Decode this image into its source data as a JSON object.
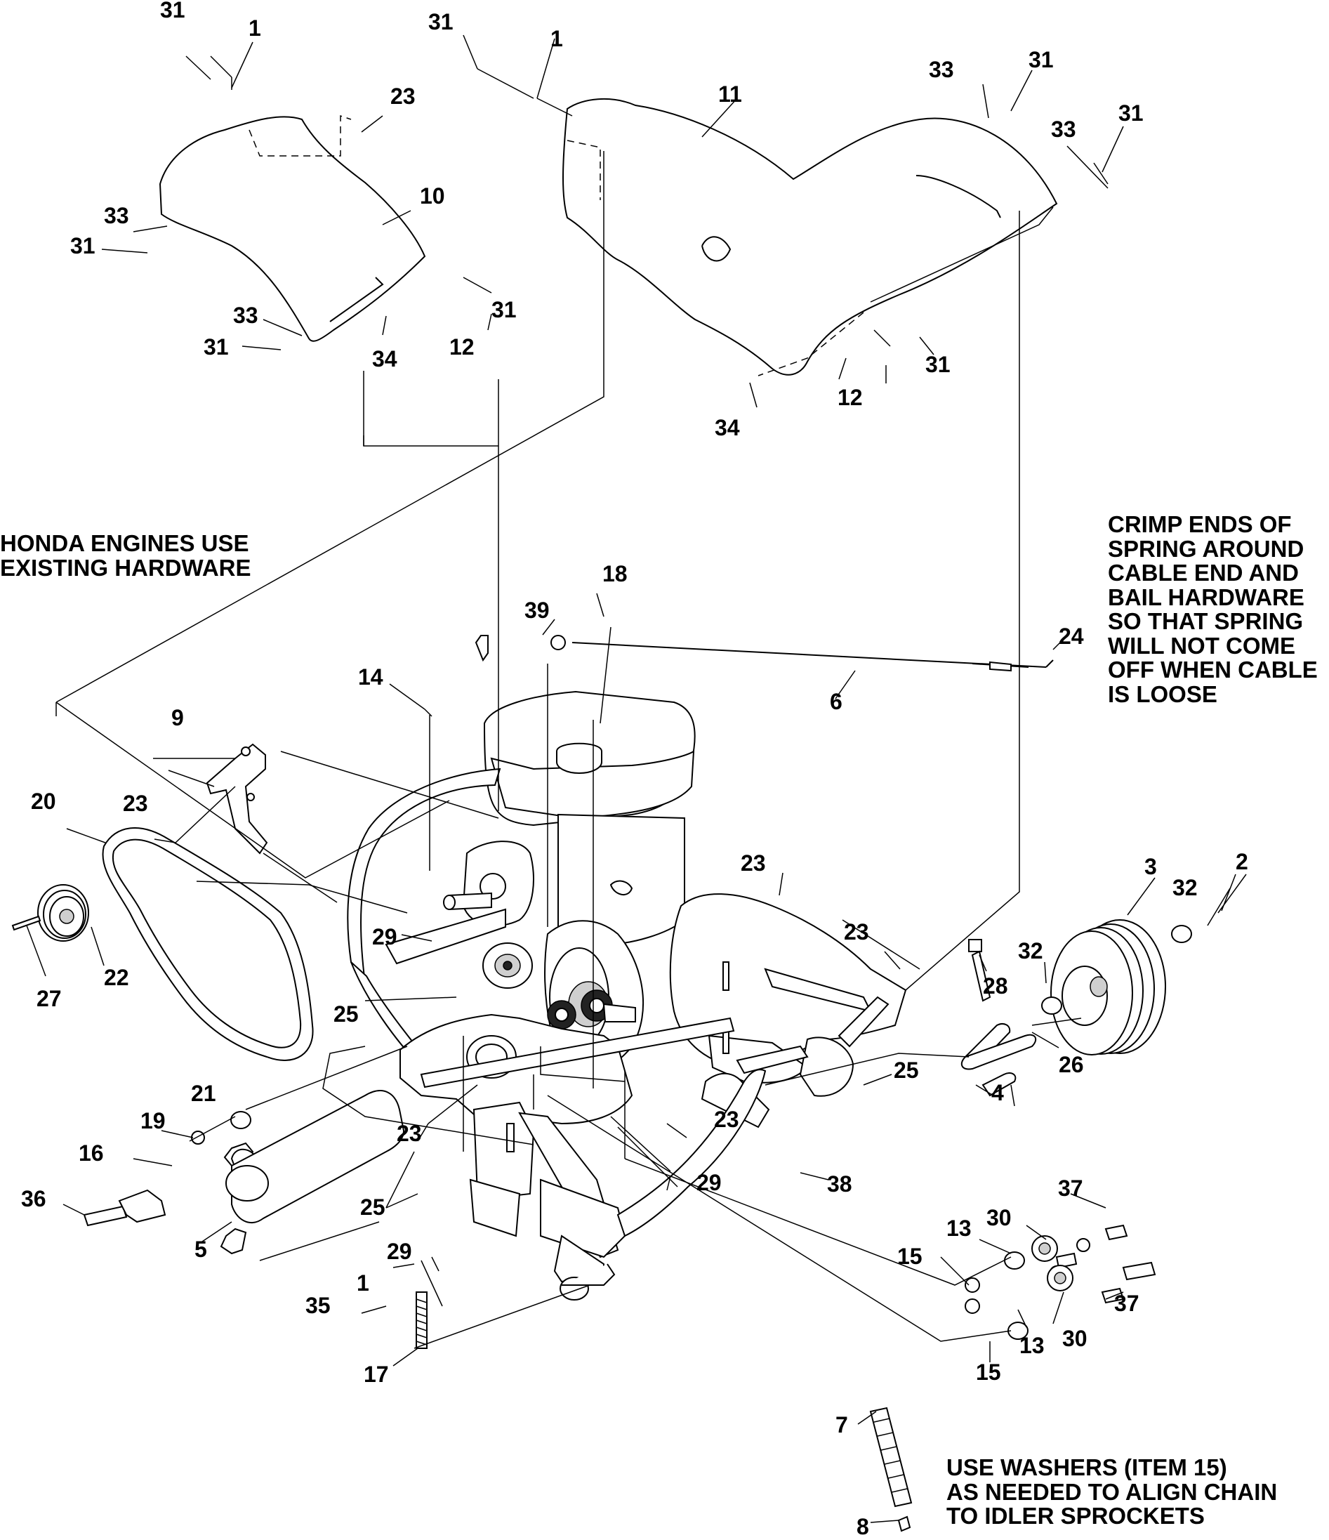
{
  "notes": {
    "honda": "HONDA ENGINES USE\nEXISTING HARDWARE",
    "crimp": "CRIMP ENDS OF\nSPRING AROUND\nCABLE END AND\nBAIL HARDWARE\nSO THAT SPRING\nWILL NOT COME\nOFF WHEN CABLE\nIS LOOSE",
    "washers": "USE WASHERS (ITEM 15)\nAS NEEDED TO ALIGN CHAIN\nTO IDLER SPROCKETS"
  },
  "callouts": [
    "31",
    "1",
    "23",
    "10",
    "33",
    "31",
    "33",
    "31",
    "34",
    "12",
    "31",
    "31",
    "1",
    "11",
    "33",
    "31",
    "33",
    "31",
    "12",
    "31",
    "34",
    "18",
    "39",
    "24",
    "6",
    "14",
    "9",
    "23",
    "20",
    "22",
    "27",
    "29",
    "25",
    "23",
    "3",
    "32",
    "2",
    "23",
    "28",
    "32",
    "26",
    "25",
    "4",
    "21",
    "19",
    "16",
    "36",
    "5",
    "23",
    "23",
    "29",
    "25",
    "37",
    "30",
    "13",
    "15",
    "37",
    "29",
    "1",
    "35",
    "17",
    "30",
    "13",
    "15",
    "38",
    "7",
    "8"
  ]
}
